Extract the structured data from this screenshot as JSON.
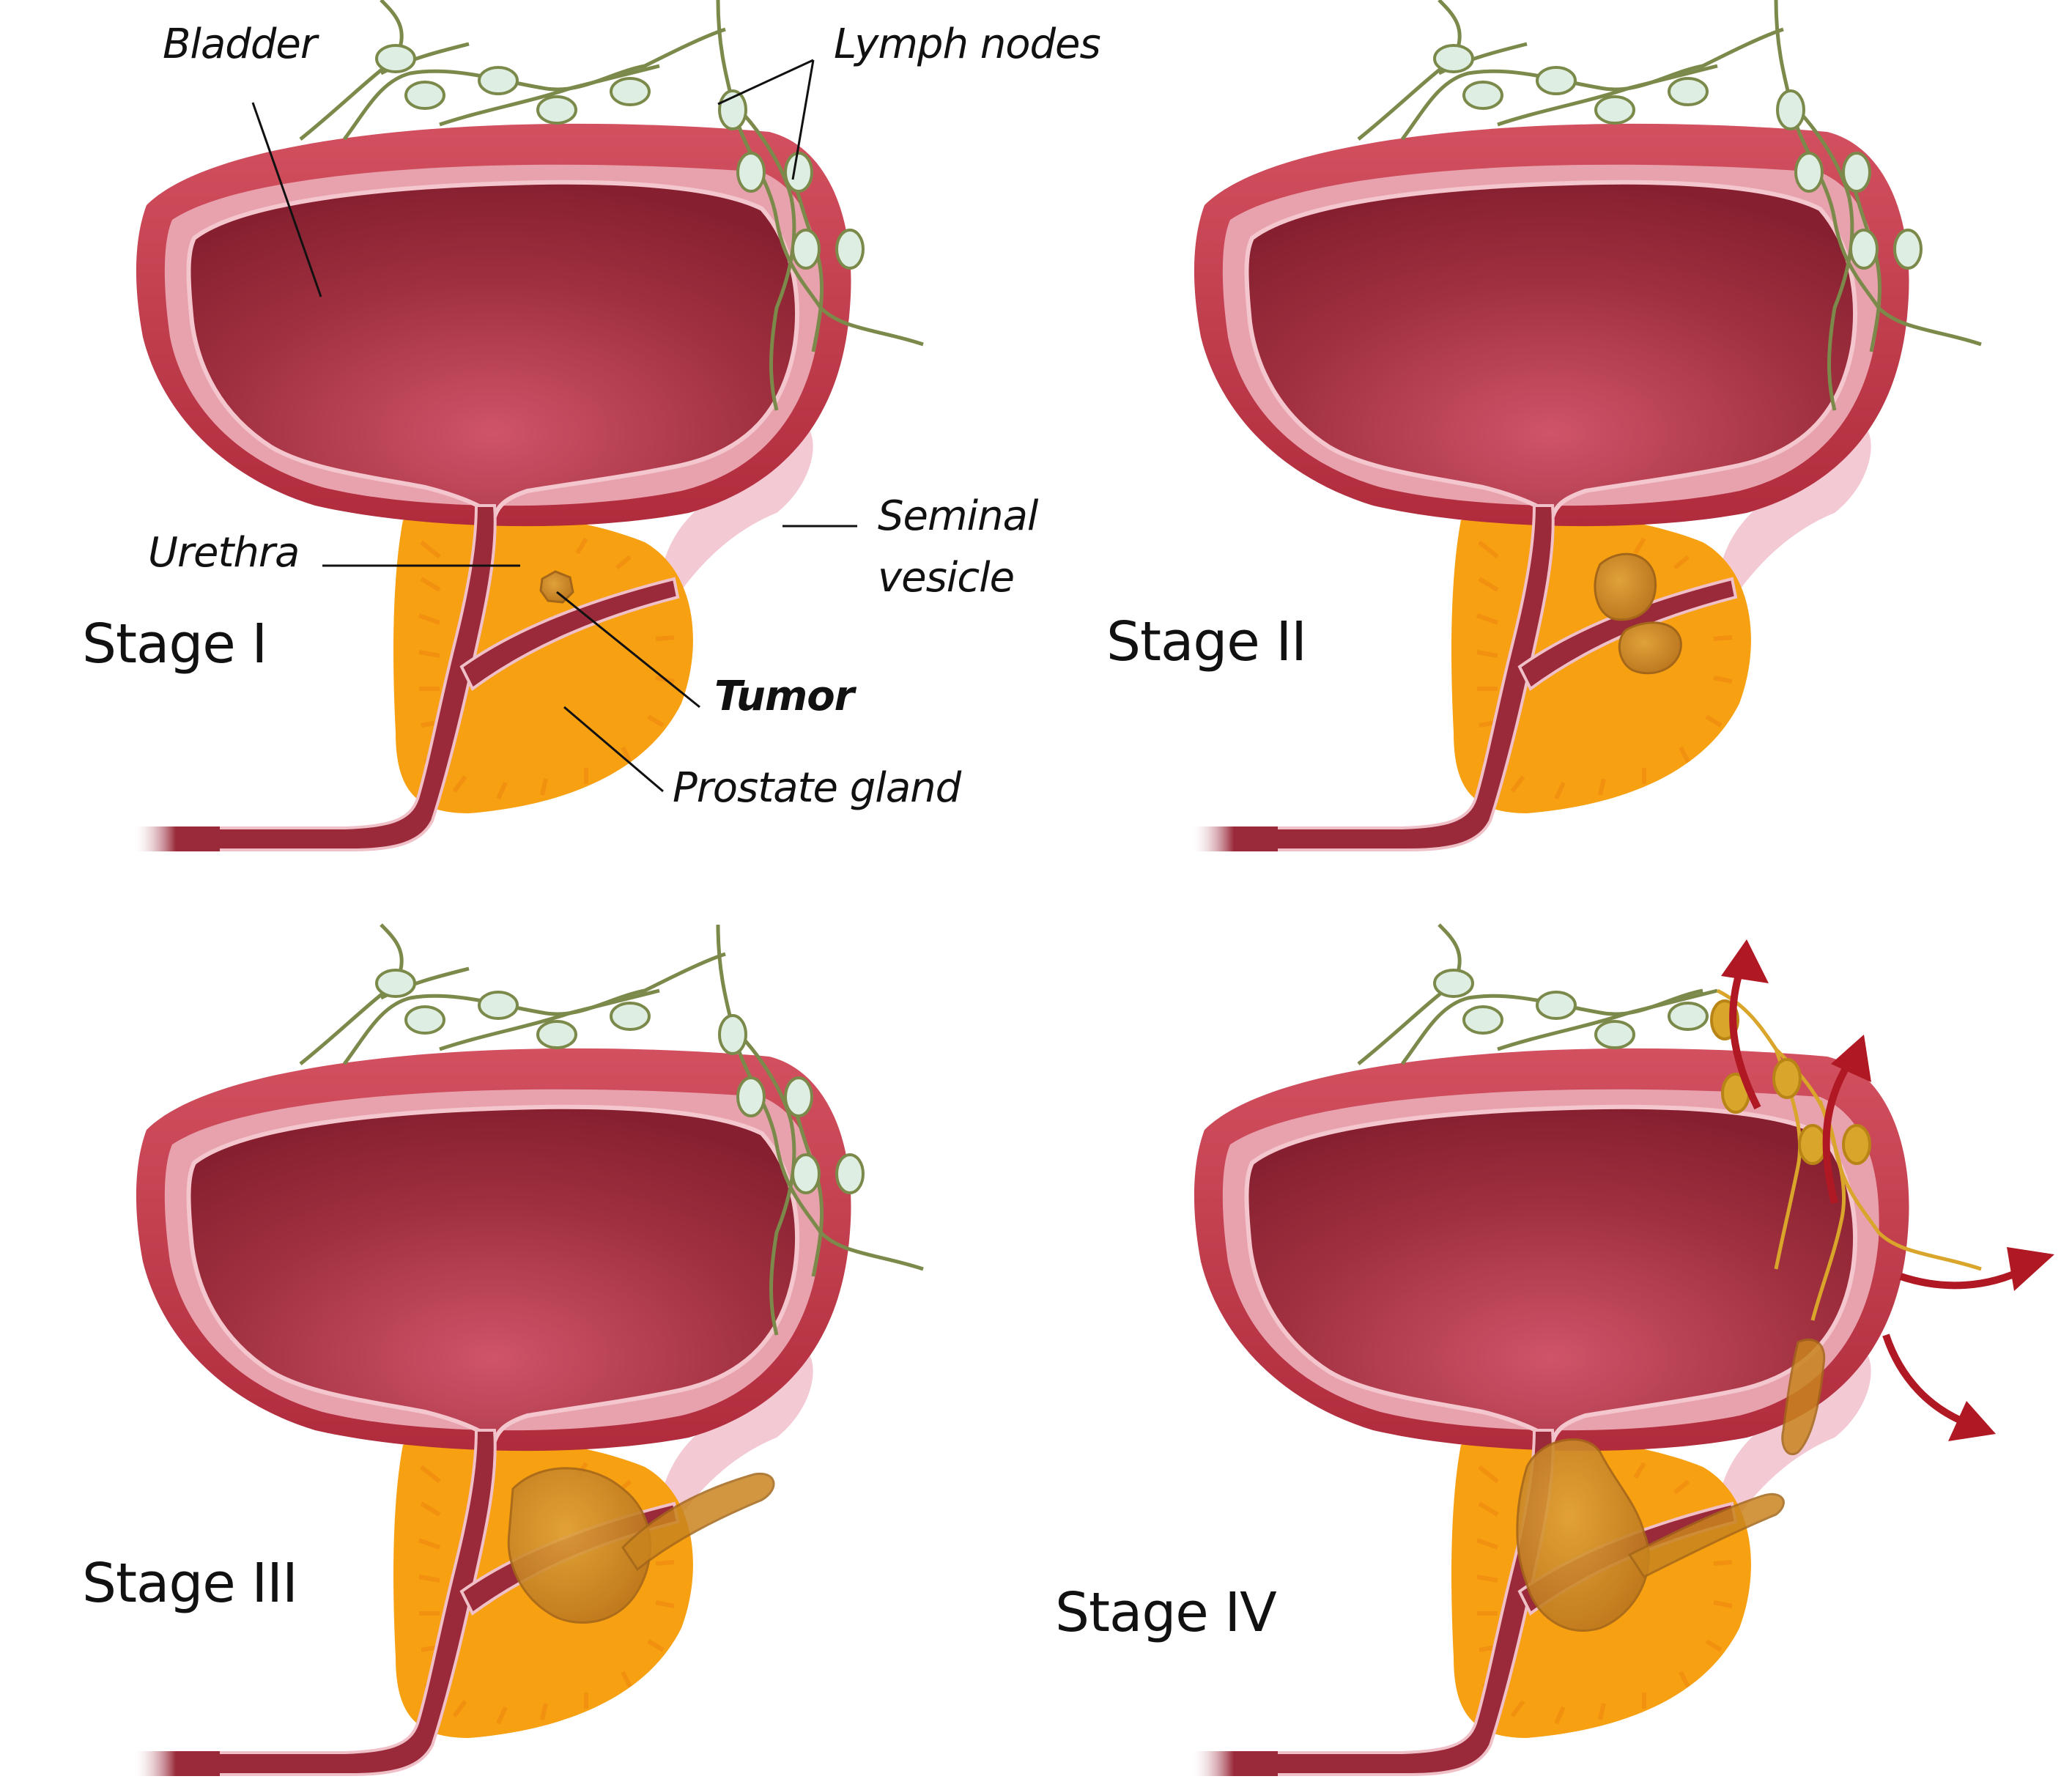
{
  "figure": {
    "title": "Prostate cancer stages",
    "panels": [
      {
        "stage": "Stage I",
        "tumor_size": "small",
        "lymph_spread": false
      },
      {
        "stage": "Stage II",
        "tumor_size": "medium",
        "lymph_spread": false
      },
      {
        "stage": "Stage III",
        "tumor_size": "large",
        "lymph_spread": false
      },
      {
        "stage": "Stage IV",
        "tumor_size": "extensive",
        "lymph_spread": true
      }
    ],
    "labels": {
      "bladder": "Bladder",
      "lymph_nodes": "Lymph nodes",
      "urethra": "Urethra",
      "seminal_line1": "Seminal",
      "seminal_line2": "vesicle",
      "tumor": "Tumor",
      "prostate": "Prostate gland"
    },
    "colors": {
      "bladder_outer": "#c23b4a",
      "bladder_lining": "#e8a2ad",
      "bladder_inner": "#8e2233",
      "bladder_center": "#cc5065",
      "prostate": "#f6a012",
      "tumor": "#c9841e",
      "seminal": "#f3c9d4",
      "lymph_node": "#dfeee2",
      "lymph_vessel": "#7b8a4a",
      "lymph_affected": "#d9a52a",
      "arrow": "#b01823"
    }
  }
}
